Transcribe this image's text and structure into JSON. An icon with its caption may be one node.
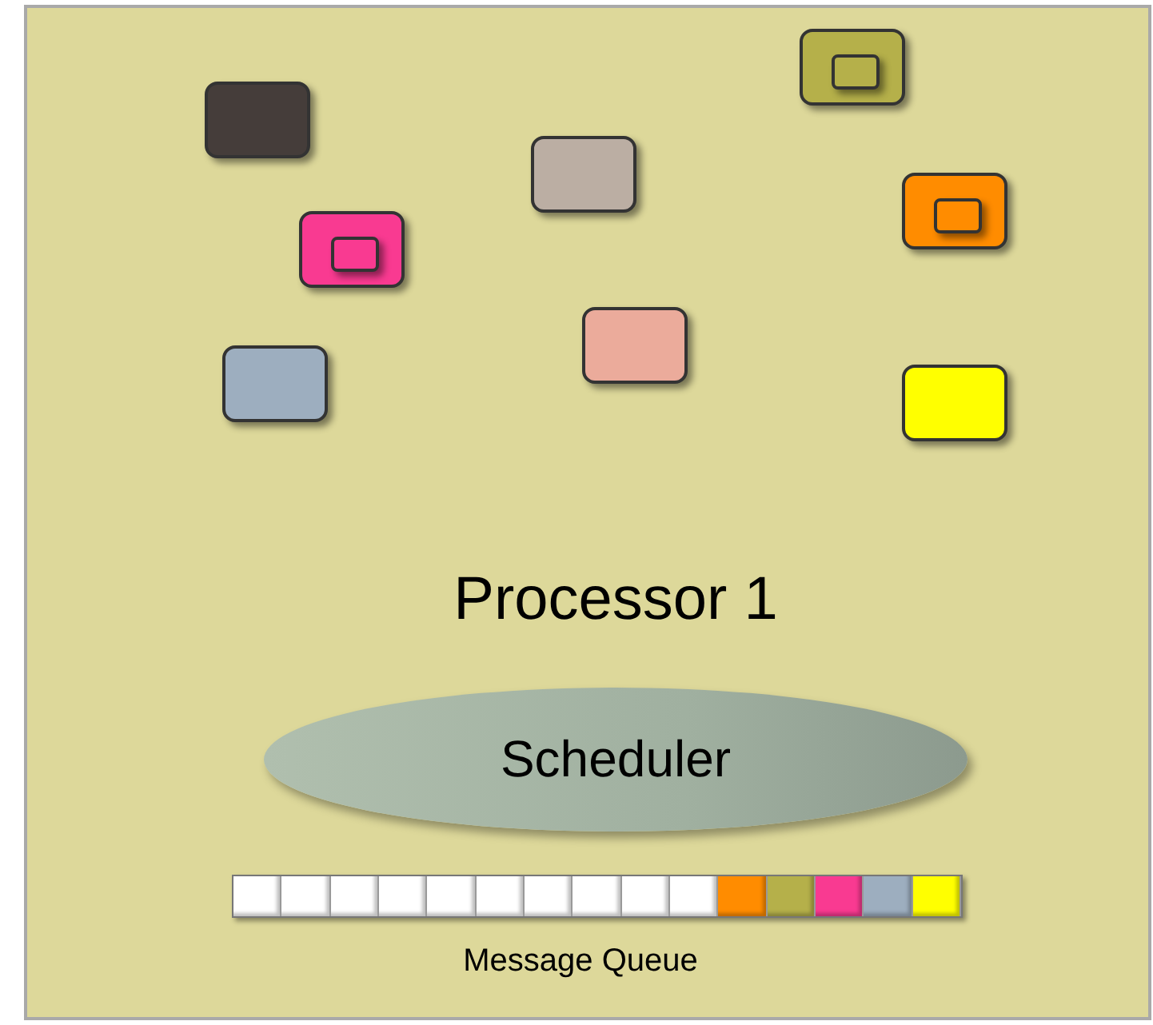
{
  "diagram": {
    "nodes": [
      {
        "text": [
          "Processor 1"
        ]
      },
      {
        "text": [],
        "shape": "box",
        "in": 0
      },
      {
        "text": [],
        "shape": "box",
        "in": 1
      },
      {
        "text": [],
        "shape": "box",
        "in": 0
      },
      {
        "text": [],
        "shape": "box",
        "in": 0
      },
      {
        "text": [],
        "shape": "box",
        "in": 0
      },
      {
        "text": [],
        "shape": "box",
        "in": 5
      },
      {
        "text": [],
        "shape": "box",
        "in": 0
      },
      {
        "text": [],
        "shape": "box",
        "in": 7
      },
      {
        "text": [],
        "shape": "box",
        "in": 0
      },
      {
        "text": [],
        "shape": "box",
        "in": 0
      },
      {
        "text": [],
        "shape": "box",
        "in": 0
      },
      {
        "text": [
          "Scheduler"
        ],
        "in": 0
      },
      {
        "text": [],
        "shape": "bar",
        "in": 0
      }
    ],
    "labels": [
      "Message Queue"
    ]
  }
}
